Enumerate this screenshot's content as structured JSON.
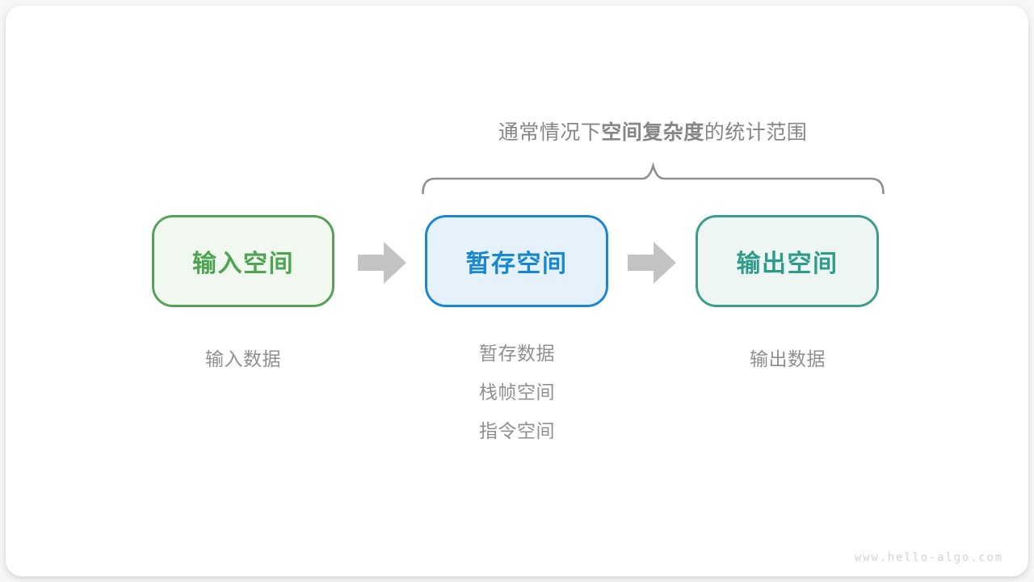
{
  "title": {
    "prefix": "通常情况下",
    "bold": "空间复杂度",
    "suffix": "的统计范围"
  },
  "boxes": [
    {
      "label": "输入空间",
      "border_color": "#57A05A",
      "text_color": "#4EA453",
      "fill_color": "#F1F8EF"
    },
    {
      "label": "暂存空间",
      "border_color": "#1C85D1",
      "text_color": "#1787D2",
      "fill_color": "#E6F2FB"
    },
    {
      "label": "输出空间",
      "border_color": "#3E9C8D",
      "text_color": "#2F9B8A",
      "fill_color": "#EDF6F3"
    }
  ],
  "annotations": {
    "input": "输入数据",
    "buffer_lines": [
      "暂存数据",
      "栈帧空间",
      "指令空间"
    ],
    "output": "输出数据"
  },
  "watermark": "www.hello-algo.com",
  "colors": {
    "page_bg": "#F7F7F8",
    "card_bg": "#FFFFFF",
    "title_text": "#868686",
    "annotation_text": "#8F8F8F",
    "brace": "#8F8F8F",
    "arrow": "#C3C3C3",
    "watermark": "#D4D4D4"
  }
}
